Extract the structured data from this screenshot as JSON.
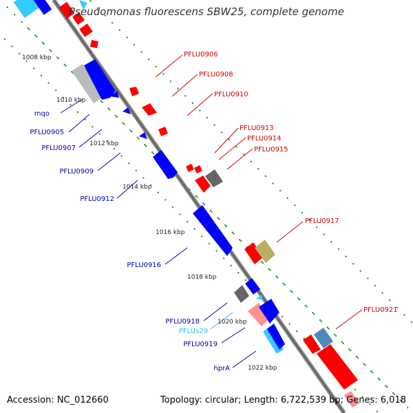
{
  "title": "Pseudomonas fluorescens SBW25, complete genome",
  "accession": "Accession: NC_012660",
  "topology_line": "Topology: circular; Length: 6,722,539 bp; Genes: 6,018",
  "kbp_ticks": [
    "1008 kbp",
    "1010 kbp",
    "1012 kbp",
    "1014 kbp",
    "1016 kbp",
    "1018 kbp",
    "1020 kbp",
    "1022 kbp"
  ],
  "genes": {
    "forward": [
      "PFLU0906",
      "PFLU0908",
      "PFLU0910",
      "PFLU0913",
      "PFLU0914",
      "PFLU0915",
      "PFLU0917",
      "PFLU0921"
    ],
    "reverse": [
      "mqo",
      "PFLU0905",
      "PFLU0907",
      "PFLU0909",
      "PFLU0912",
      "PFLU0916",
      "PFLUs29",
      "PFLU0918",
      "PFLU0919",
      "hprA"
    ]
  },
  "colors": {
    "forward_cds": "#ff0000",
    "reverse_cds": "#0000ff",
    "rna": "#33ccff",
    "pseudo": "#bbbbbb",
    "other": "#666666",
    "accent_olive": "#b8b060",
    "accent_pink": "#ff9090",
    "accent_steel": "#4f8ab8",
    "backbone": "#888888",
    "tick": "#118811",
    "forward_label": "#cc0000",
    "reverse_label": "#0000aa",
    "rna_label": "#33bbee"
  }
}
